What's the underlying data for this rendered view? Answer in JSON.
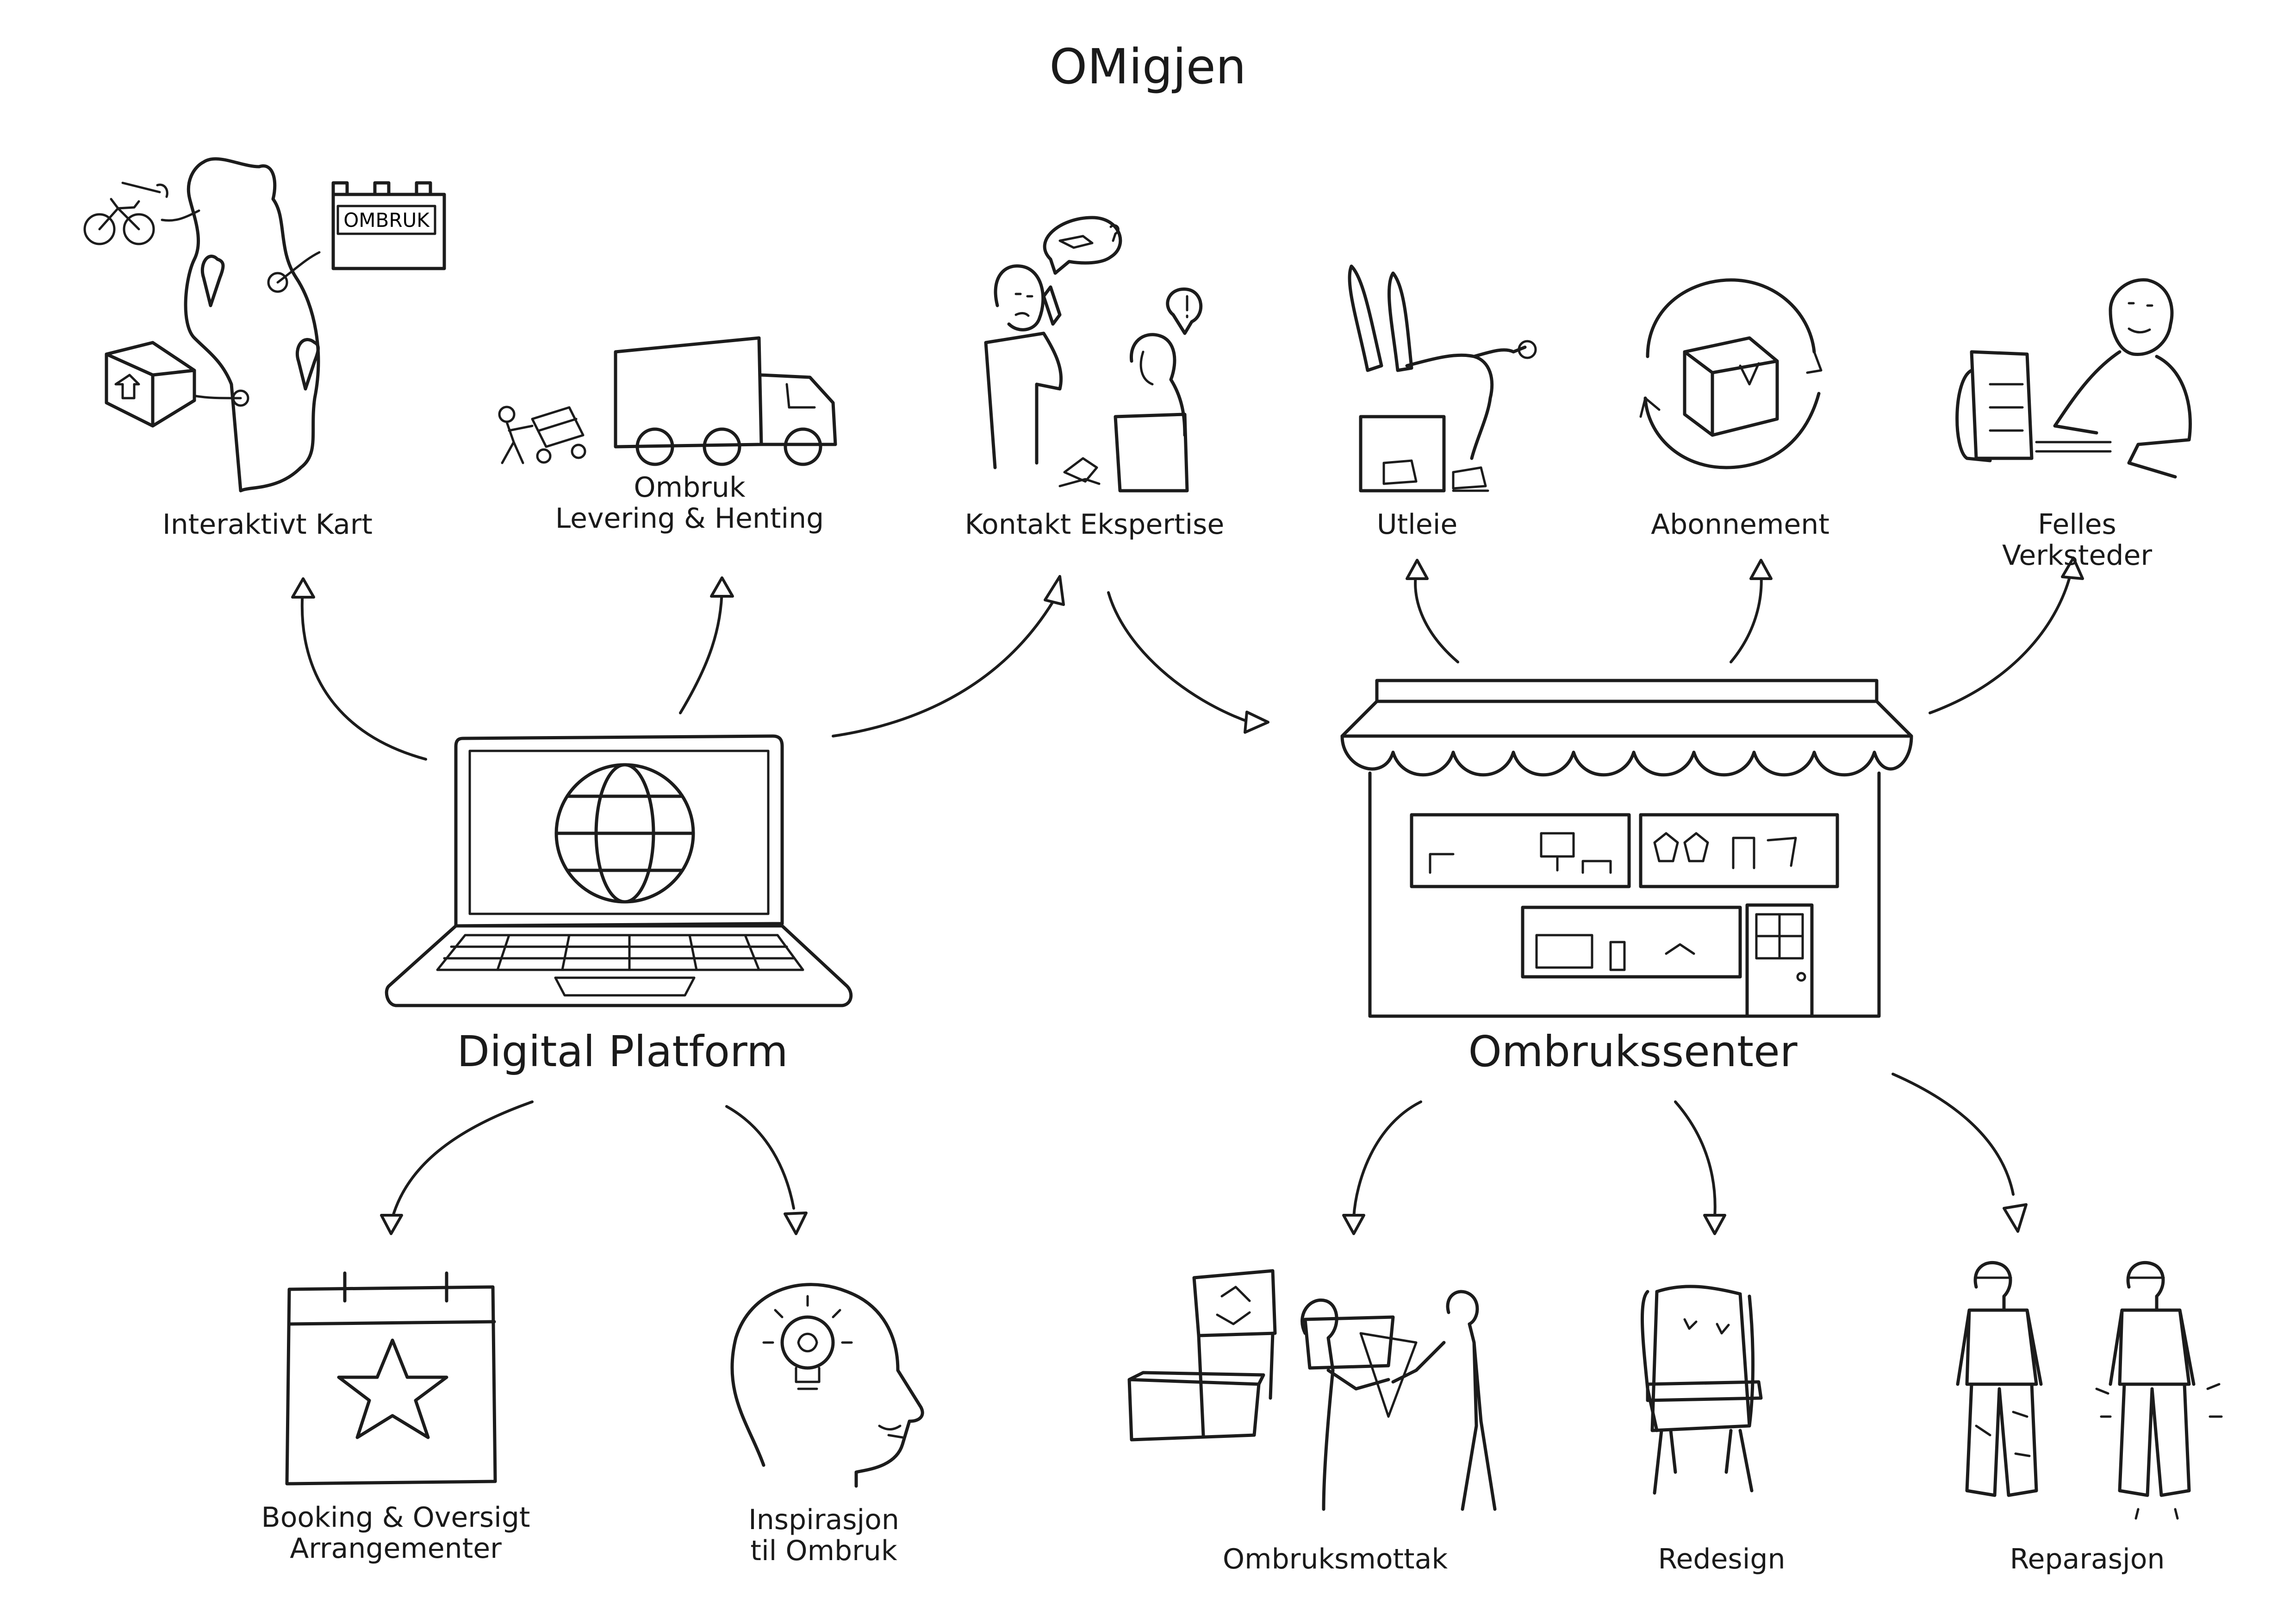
{
  "title": "OMigjen",
  "hubs": {
    "digital": {
      "label": "Digital Platform",
      "icon": "laptop-globe-icon"
    },
    "center": {
      "label": "Ombrukssenter",
      "icon": "storefront-icon"
    }
  },
  "nodes": {
    "map": {
      "label": "Interaktivt Kart",
      "icon": "map-pins-icon"
    },
    "delivery": {
      "label": "Ombruk\nLevering & Henting",
      "icon": "delivery-truck-icon"
    },
    "expertise": {
      "label": "Kontakt Ekspertise",
      "icon": "phone-call-icon"
    },
    "rental": {
      "label": "Utleie",
      "icon": "skis-skates-icon"
    },
    "subscription": {
      "label": "Abonnement",
      "icon": "box-cycle-icon"
    },
    "workshops": {
      "label": "Felles Verksteder",
      "icon": "sewing-machine-icon"
    },
    "booking": {
      "label": "Booking & Oversigt\nArrangementer",
      "icon": "calendar-star-icon"
    },
    "inspiration": {
      "label": "Inspirasjon\ntil Ombruk",
      "icon": "lightbulb-head-icon"
    },
    "reception": {
      "label": "Ombruksmottak",
      "icon": "drop-off-station-icon"
    },
    "redesign": {
      "label": "Redesign",
      "icon": "armchair-icon"
    },
    "repair": {
      "label": "Reparasjon",
      "icon": "mended-clothes-icon"
    }
  },
  "icon_text": {
    "ombruk_sign": "OMBRUK"
  }
}
